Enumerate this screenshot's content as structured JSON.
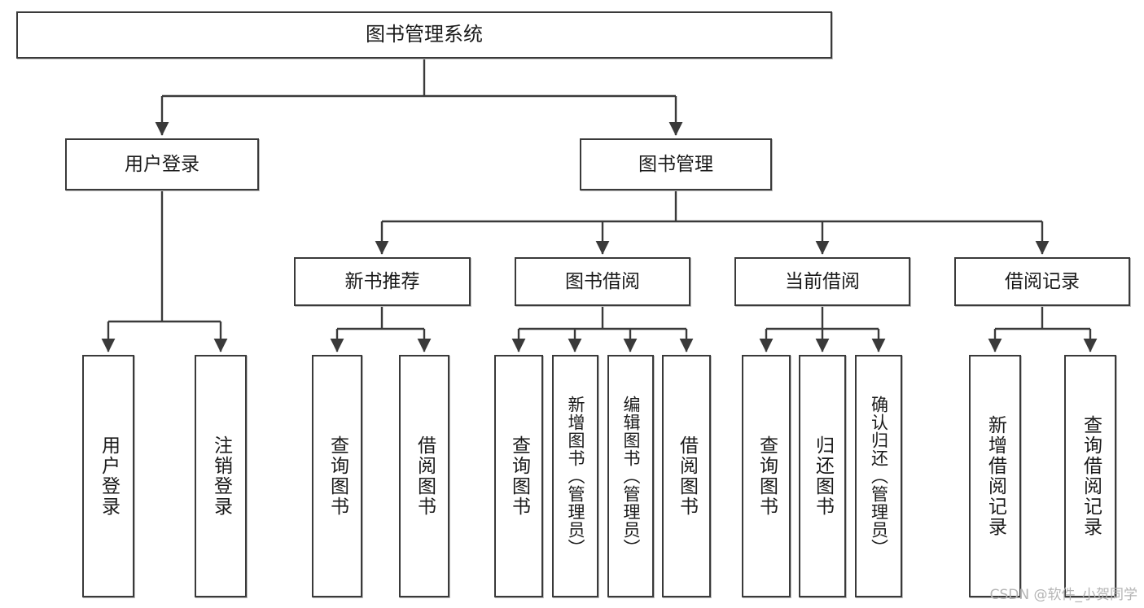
{
  "diagram": {
    "type": "tree-hierarchy-flowchart",
    "title": "图书管理系统",
    "watermark": "CSDN @软件_小贺同学",
    "colors": {
      "box_border": "#3a3a3a",
      "box_fill": "#ffffff",
      "edge": "#3a3a3a",
      "text": "#1a1a1a",
      "watermark": "#b4b4b4"
    },
    "levels": {
      "level1": [
        {
          "id": "root",
          "label": "图书管理系统"
        }
      ],
      "level2": [
        {
          "id": "user-login",
          "label": "用户登录"
        },
        {
          "id": "book-management",
          "label": "图书管理"
        }
      ],
      "level3": [
        {
          "id": "new-book-recommend",
          "label": "新书推荐"
        },
        {
          "id": "book-borrow",
          "label": "图书借阅"
        },
        {
          "id": "current-borrow",
          "label": "当前借阅"
        },
        {
          "id": "borrow-record",
          "label": "借阅记录"
        }
      ],
      "level4": [
        {
          "id": "leaf-user-login",
          "label": "用户登录"
        },
        {
          "id": "leaf-logout",
          "label": "注销登录"
        },
        {
          "id": "leaf-query-book-1",
          "label": "查询图书"
        },
        {
          "id": "leaf-borrow-book-1",
          "label": "借阅图书"
        },
        {
          "id": "leaf-query-book-2",
          "label": "查询图书"
        },
        {
          "id": "leaf-add-book",
          "label": "新增图书（管理员）"
        },
        {
          "id": "leaf-edit-book",
          "label": "编辑图书（管理员）"
        },
        {
          "id": "leaf-borrow-book-2",
          "label": "借阅图书"
        },
        {
          "id": "leaf-query-book-3",
          "label": "查询图书"
        },
        {
          "id": "leaf-return-book",
          "label": "归还图书"
        },
        {
          "id": "leaf-confirm-return",
          "label": "确认归还（管理员）"
        },
        {
          "id": "leaf-add-record",
          "label": "新增借阅记录"
        },
        {
          "id": "leaf-query-record",
          "label": "查询借阅记录"
        }
      ]
    },
    "edges": [
      {
        "from": "root",
        "to": "user-login"
      },
      {
        "from": "root",
        "to": "book-management"
      },
      {
        "from": "user-login",
        "to": "leaf-user-login"
      },
      {
        "from": "user-login",
        "to": "leaf-logout"
      },
      {
        "from": "book-management",
        "to": "new-book-recommend"
      },
      {
        "from": "book-management",
        "to": "book-borrow"
      },
      {
        "from": "book-management",
        "to": "current-borrow"
      },
      {
        "from": "book-management",
        "to": "borrow-record"
      },
      {
        "from": "new-book-recommend",
        "to": "leaf-query-book-1"
      },
      {
        "from": "new-book-recommend",
        "to": "leaf-borrow-book-1"
      },
      {
        "from": "book-borrow",
        "to": "leaf-query-book-2"
      },
      {
        "from": "book-borrow",
        "to": "leaf-add-book"
      },
      {
        "from": "book-borrow",
        "to": "leaf-edit-book"
      },
      {
        "from": "book-borrow",
        "to": "leaf-borrow-book-2"
      },
      {
        "from": "current-borrow",
        "to": "leaf-query-book-3"
      },
      {
        "from": "current-borrow",
        "to": "leaf-return-book"
      },
      {
        "from": "current-borrow",
        "to": "leaf-confirm-return"
      },
      {
        "from": "borrow-record",
        "to": "leaf-add-record"
      },
      {
        "from": "borrow-record",
        "to": "leaf-query-record"
      }
    ]
  }
}
